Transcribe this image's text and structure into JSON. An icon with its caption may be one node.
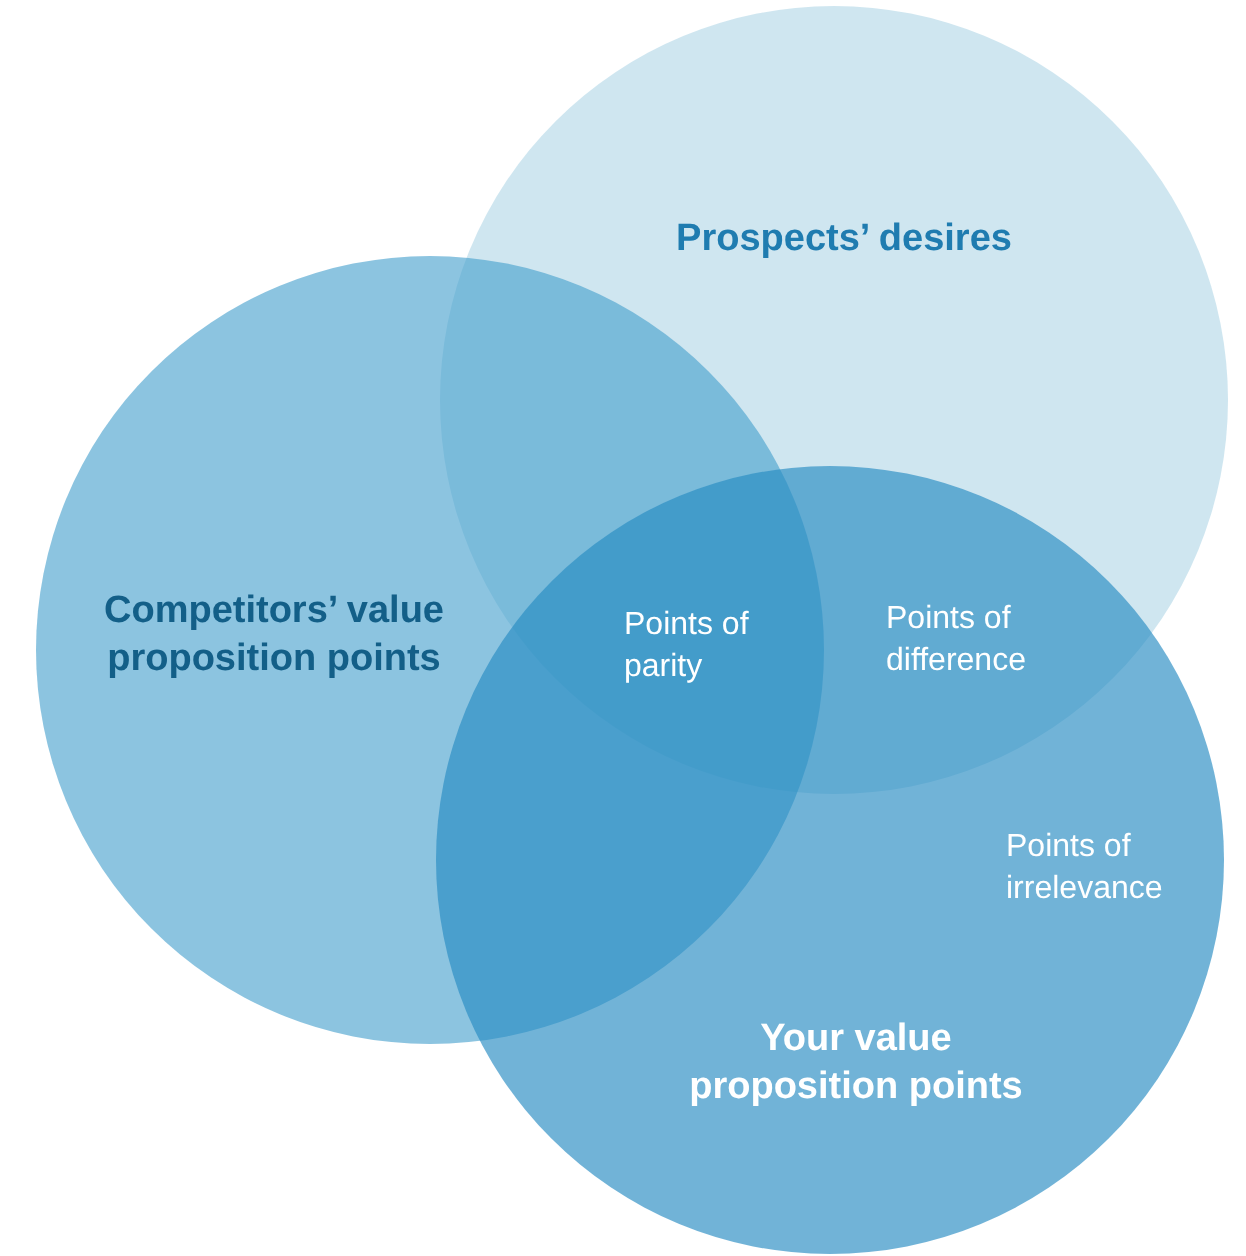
{
  "diagram": {
    "nodes": [
      {
        "text": [
          "Prospects’ desires"
        ]
      },
      {
        "text": [
          "Competitors’ value proposition points"
        ]
      },
      {
        "text": [
          "Your value proposition points"
        ]
      }
    ],
    "labels": [
      "Points of parity",
      "Points of difference",
      "Points of irrelevance"
    ]
  }
}
